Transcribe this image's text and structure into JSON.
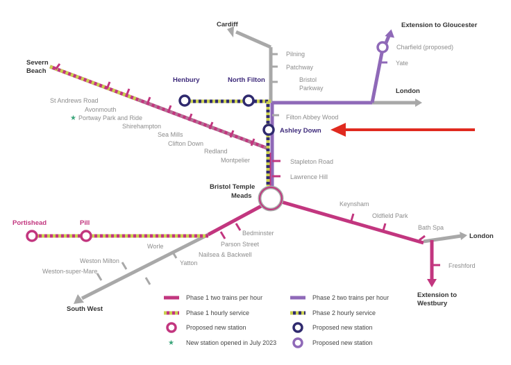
{
  "colors": {
    "grey": "#a8a8a8",
    "magenta": "#c2367f",
    "purple": "#8f69b8",
    "navy": "#2f2a6e",
    "yellow": "#c9cf4e",
    "arrow": "#e02a1f",
    "green": "#3aa57a"
  },
  "labels": {
    "cardiff": "Cardiff",
    "gloucester": "Extension to Gloucester",
    "charfield": "Charfield (proposed)",
    "yate": "Yate",
    "pilning": "Pilning",
    "patchway": "Patchway",
    "bristol_parkway": "Bristol",
    "bristol_parkway2": "Parkway",
    "london_n": "London",
    "severn": "Severn",
    "beach": "Beach",
    "st_andrews": "St Andrews Road",
    "avonmouth": "Avonmouth",
    "portway": "Portway Park and Ride",
    "shirehampton": "Shirehampton",
    "sea_mills": "Sea Mills",
    "clifton_down": "Clifton Down",
    "redland": "Redland",
    "montpelier": "Montpelier",
    "henbury": "Henbury",
    "north_filton": "North Filton",
    "filton_abbey": "Filton Abbey Wood",
    "ashley_down": "Ashley Down",
    "stapleton": "Stapleton Road",
    "lawrence_hill": "Lawrence Hill",
    "temple_meads": "Bristol Temple",
    "temple_meads2": "Meads",
    "keynsham": "Keynsham",
    "oldfield": "Oldfield Park",
    "bath_spa": "Bath Spa",
    "london_e": "London",
    "freshford": "Freshford",
    "westbury": "Extension to",
    "westbury2": "Westbury",
    "portishead": "Portishead",
    "pill": "Pill",
    "bedminster": "Bedminster",
    "parson_street": "Parson Street",
    "nailsea": "Nailsea & Backwell",
    "yatton": "Yatton",
    "worle": "Worle",
    "weston_milton": "Weston Milton",
    "weston_super_mare": "Weston-super-Mare",
    "south_west": "South West"
  },
  "legend": {
    "p1_two": "Phase 1 two trains per hour",
    "p1_hourly": "Phase 1 hourly service",
    "p1_station": "Proposed new station",
    "opened": "New station opened in July 2023",
    "p2_two": "Phase 2 two trains per hour",
    "p2_hourly": "Phase 2 hourly service",
    "p2_station_navy": "Proposed new station",
    "p2_station_purple": "Proposed new station"
  },
  "icons": {
    "opened_marker": "green-star-icon",
    "pointer": "red-arrow-icon"
  }
}
